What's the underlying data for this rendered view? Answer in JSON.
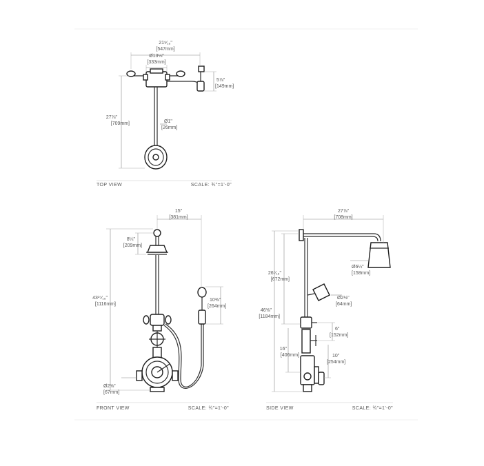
{
  "views": {
    "top": {
      "caption": "TOP VIEW",
      "scale": "SCALE: ¾\"=1'-0\"",
      "dims": {
        "overall_width": "21⁹⁄₁₆\"",
        "overall_width_mm": "[547mm]",
        "valve_width": "Ø13⅛\"",
        "valve_width_mm": "[333mm]",
        "depth": "27⅞\"",
        "depth_mm": "[709mm]",
        "riser_dia": "Ø1\"",
        "riser_dia_mm": "[26mm]",
        "handshower_depth": "5⅞\"",
        "handshower_depth_mm": "[149mm]"
      }
    },
    "front": {
      "caption": "FRONT VIEW",
      "scale": "SCALE: ¾\"=1'-0\"",
      "dims": {
        "arm_reach": "15\"",
        "arm_reach_mm": "[381mm]",
        "head_drop": "8¼\"",
        "head_drop_mm": "[209mm]",
        "overall_height": "43¹⁵⁄₁₆\"",
        "overall_height_mm": "[1116mm]",
        "handshower_len": "10⅜\"",
        "handshower_len_mm": "[264mm]",
        "escutcheon_dia": "Ø2⅝\"",
        "escutcheon_dia_mm": "[67mm]"
      }
    },
    "side": {
      "caption": "SIDE VIEW",
      "scale": "SCALE: ¾\"=1'-0\"",
      "dims": {
        "arm_projection": "27⅞\"",
        "arm_projection_mm": "[708mm]",
        "riser_height": "26⁷⁄₁₆\"",
        "riser_height_mm": "[672mm]",
        "overall_height": "46⅝\"",
        "overall_height_mm": "[1184mm]",
        "head_dia": "Ø6¼\"",
        "head_dia_mm": "[158mm]",
        "handshower_dia": "Ø2½\"",
        "handshower_dia_mm": "[64mm]",
        "valve_offset": "6\"",
        "valve_offset_mm": "[152mm]",
        "valve_height": "16\"",
        "valve_height_mm": "[406mm]",
        "lower_offset": "10\"",
        "lower_offset_mm": "[254mm]"
      }
    }
  }
}
